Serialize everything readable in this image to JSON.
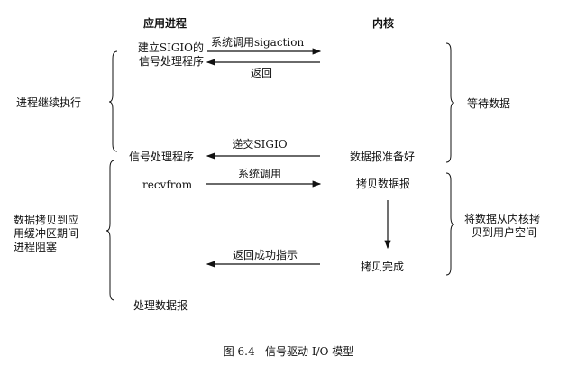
{
  "headers": {
    "app": "应用进程",
    "kernel": "内核"
  },
  "setup": {
    "line1": "建立SIGIO的",
    "line2": "信号处理程序",
    "call": "系统调用sigaction",
    "return": "返回"
  },
  "left_labels": {
    "continue": "进程继续执行",
    "blocked": [
      "数据拷贝到应",
      "用缓冲区期间",
      "进程阻塞"
    ]
  },
  "right_labels": {
    "wait": "等待数据",
    "copy": [
      "将数据从内核拷",
      "贝到用户空间"
    ]
  },
  "signal": {
    "deliver": "递交SIGIO",
    "handler": "信号处理程序",
    "ready": "数据报准备好"
  },
  "recv": {
    "call_label": "系统调用",
    "func": "recvfrom",
    "copy": "拷贝数据报",
    "success": "返回成功指示",
    "done": "拷贝完成",
    "process": "处理数据报"
  },
  "caption": "图 6.4   信号驱动 I/O 模型"
}
